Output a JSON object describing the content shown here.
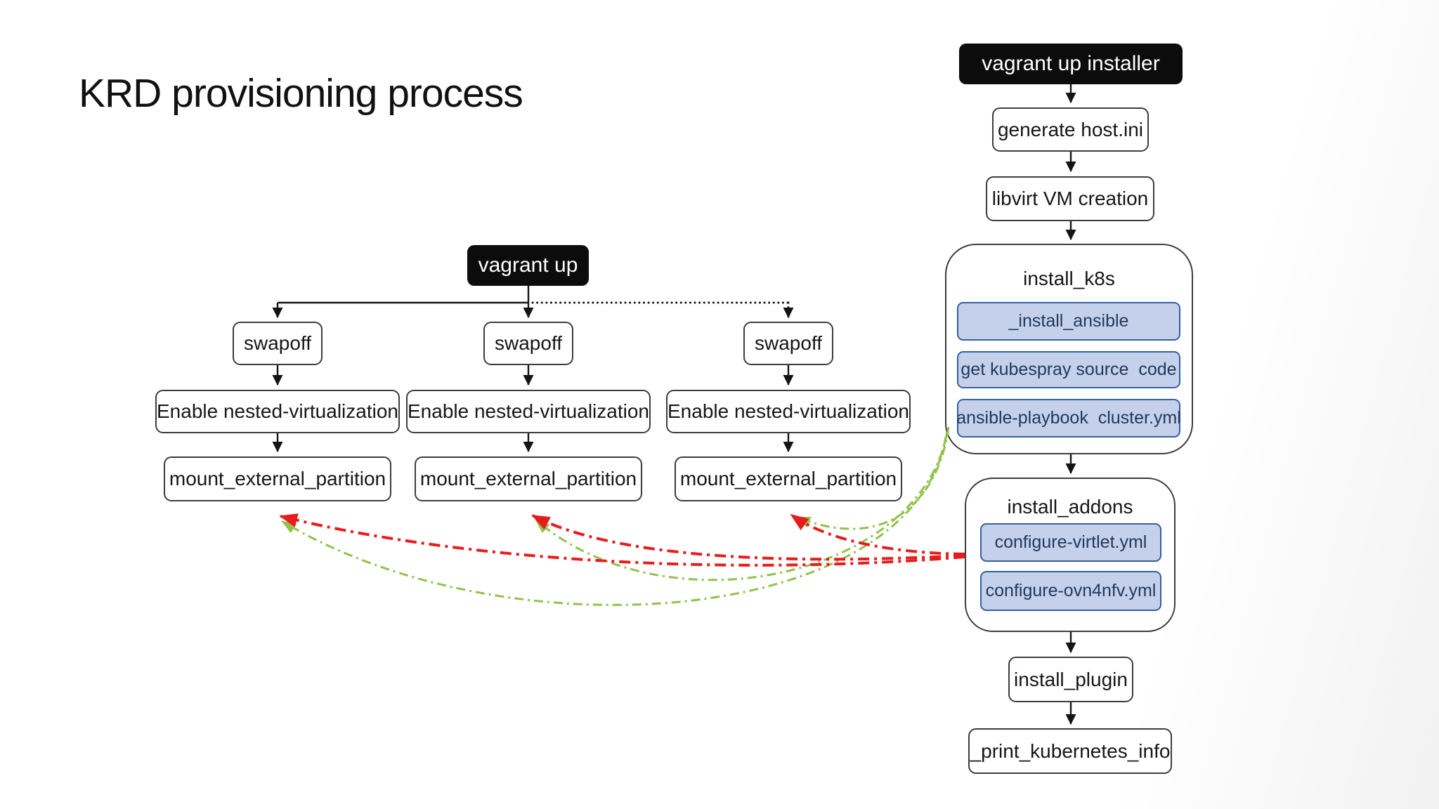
{
  "title": "KRD provisioning process",
  "colors": {
    "red_link": "#e81c1c",
    "green_link": "#92c24e",
    "blue_fill": "#c5d1ea",
    "blue_border": "#33609e",
    "blue_text": "#20395f",
    "node_border": "#3d3d3d",
    "ink": "#161616",
    "black_node_bg": "#0c0c0c",
    "black_node_text": "#ffffff"
  },
  "left_flow": {
    "root_label": "vagrant up",
    "columns": [
      {
        "steps": [
          "swapoff",
          "Enable nested-virtualization",
          "mount_external_partition"
        ]
      },
      {
        "steps": [
          "swapoff",
          "Enable nested-virtualization",
          "mount_external_partition"
        ]
      },
      {
        "steps": [
          "swapoff",
          "Enable nested-virtualization",
          "mount_external_partition"
        ]
      }
    ]
  },
  "right_flow": {
    "root_label": "vagrant up installer",
    "steps": [
      "generate host.ini",
      "libvirt VM creation"
    ],
    "groups": [
      {
        "title": "install_k8s",
        "items": [
          "_install_ansible",
          "get kubespray source  code",
          "ansible-playbook  cluster.yml"
        ]
      },
      {
        "title": "install_addons",
        "items": [
          "configure-virtlet.yml",
          "configure-ovn4nfv.yml"
        ]
      }
    ],
    "tail": [
      "install_plugin",
      "_print_kubernetes_info"
    ]
  }
}
